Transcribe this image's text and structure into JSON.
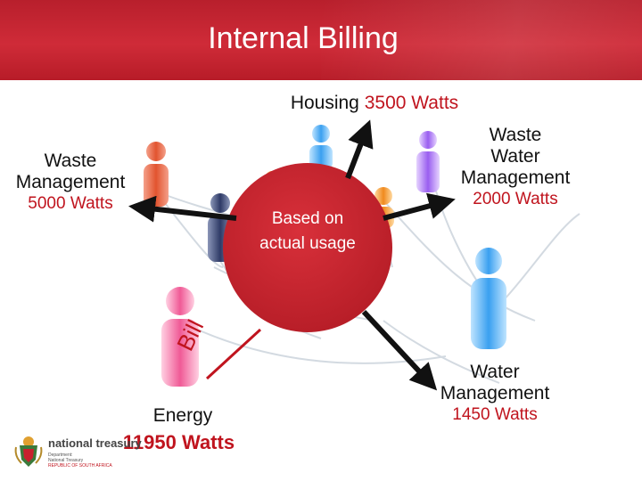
{
  "header": {
    "title": "Internal Billing"
  },
  "center": {
    "text": "Based on actual usage"
  },
  "arrow_label": "Bill",
  "departments": {
    "housing": {
      "label": "Housing",
      "value": "3500 Watts"
    },
    "waste": {
      "label_line1": "Waste",
      "label_line2": "Management",
      "value": "5000 Watts"
    },
    "waste_water": {
      "label_line1": "Waste",
      "label_line2": "Water",
      "label_line3": "Management",
      "value": "2000 Watts"
    },
    "water": {
      "label_line1": "Water",
      "label_line2": "Management",
      "value": "1450 Watts"
    },
    "energy": {
      "label": "Energy",
      "value": "11950 Watts"
    }
  },
  "logo": {
    "name": "national treasury",
    "line1": "Department:",
    "line2": "National Treasury",
    "line3": "REPUBLIC OF SOUTH AFRICA"
  },
  "colors": {
    "header": "#c8202e",
    "accent": "#c0141e",
    "circle": "#c8262f",
    "arrow": "#111111"
  }
}
